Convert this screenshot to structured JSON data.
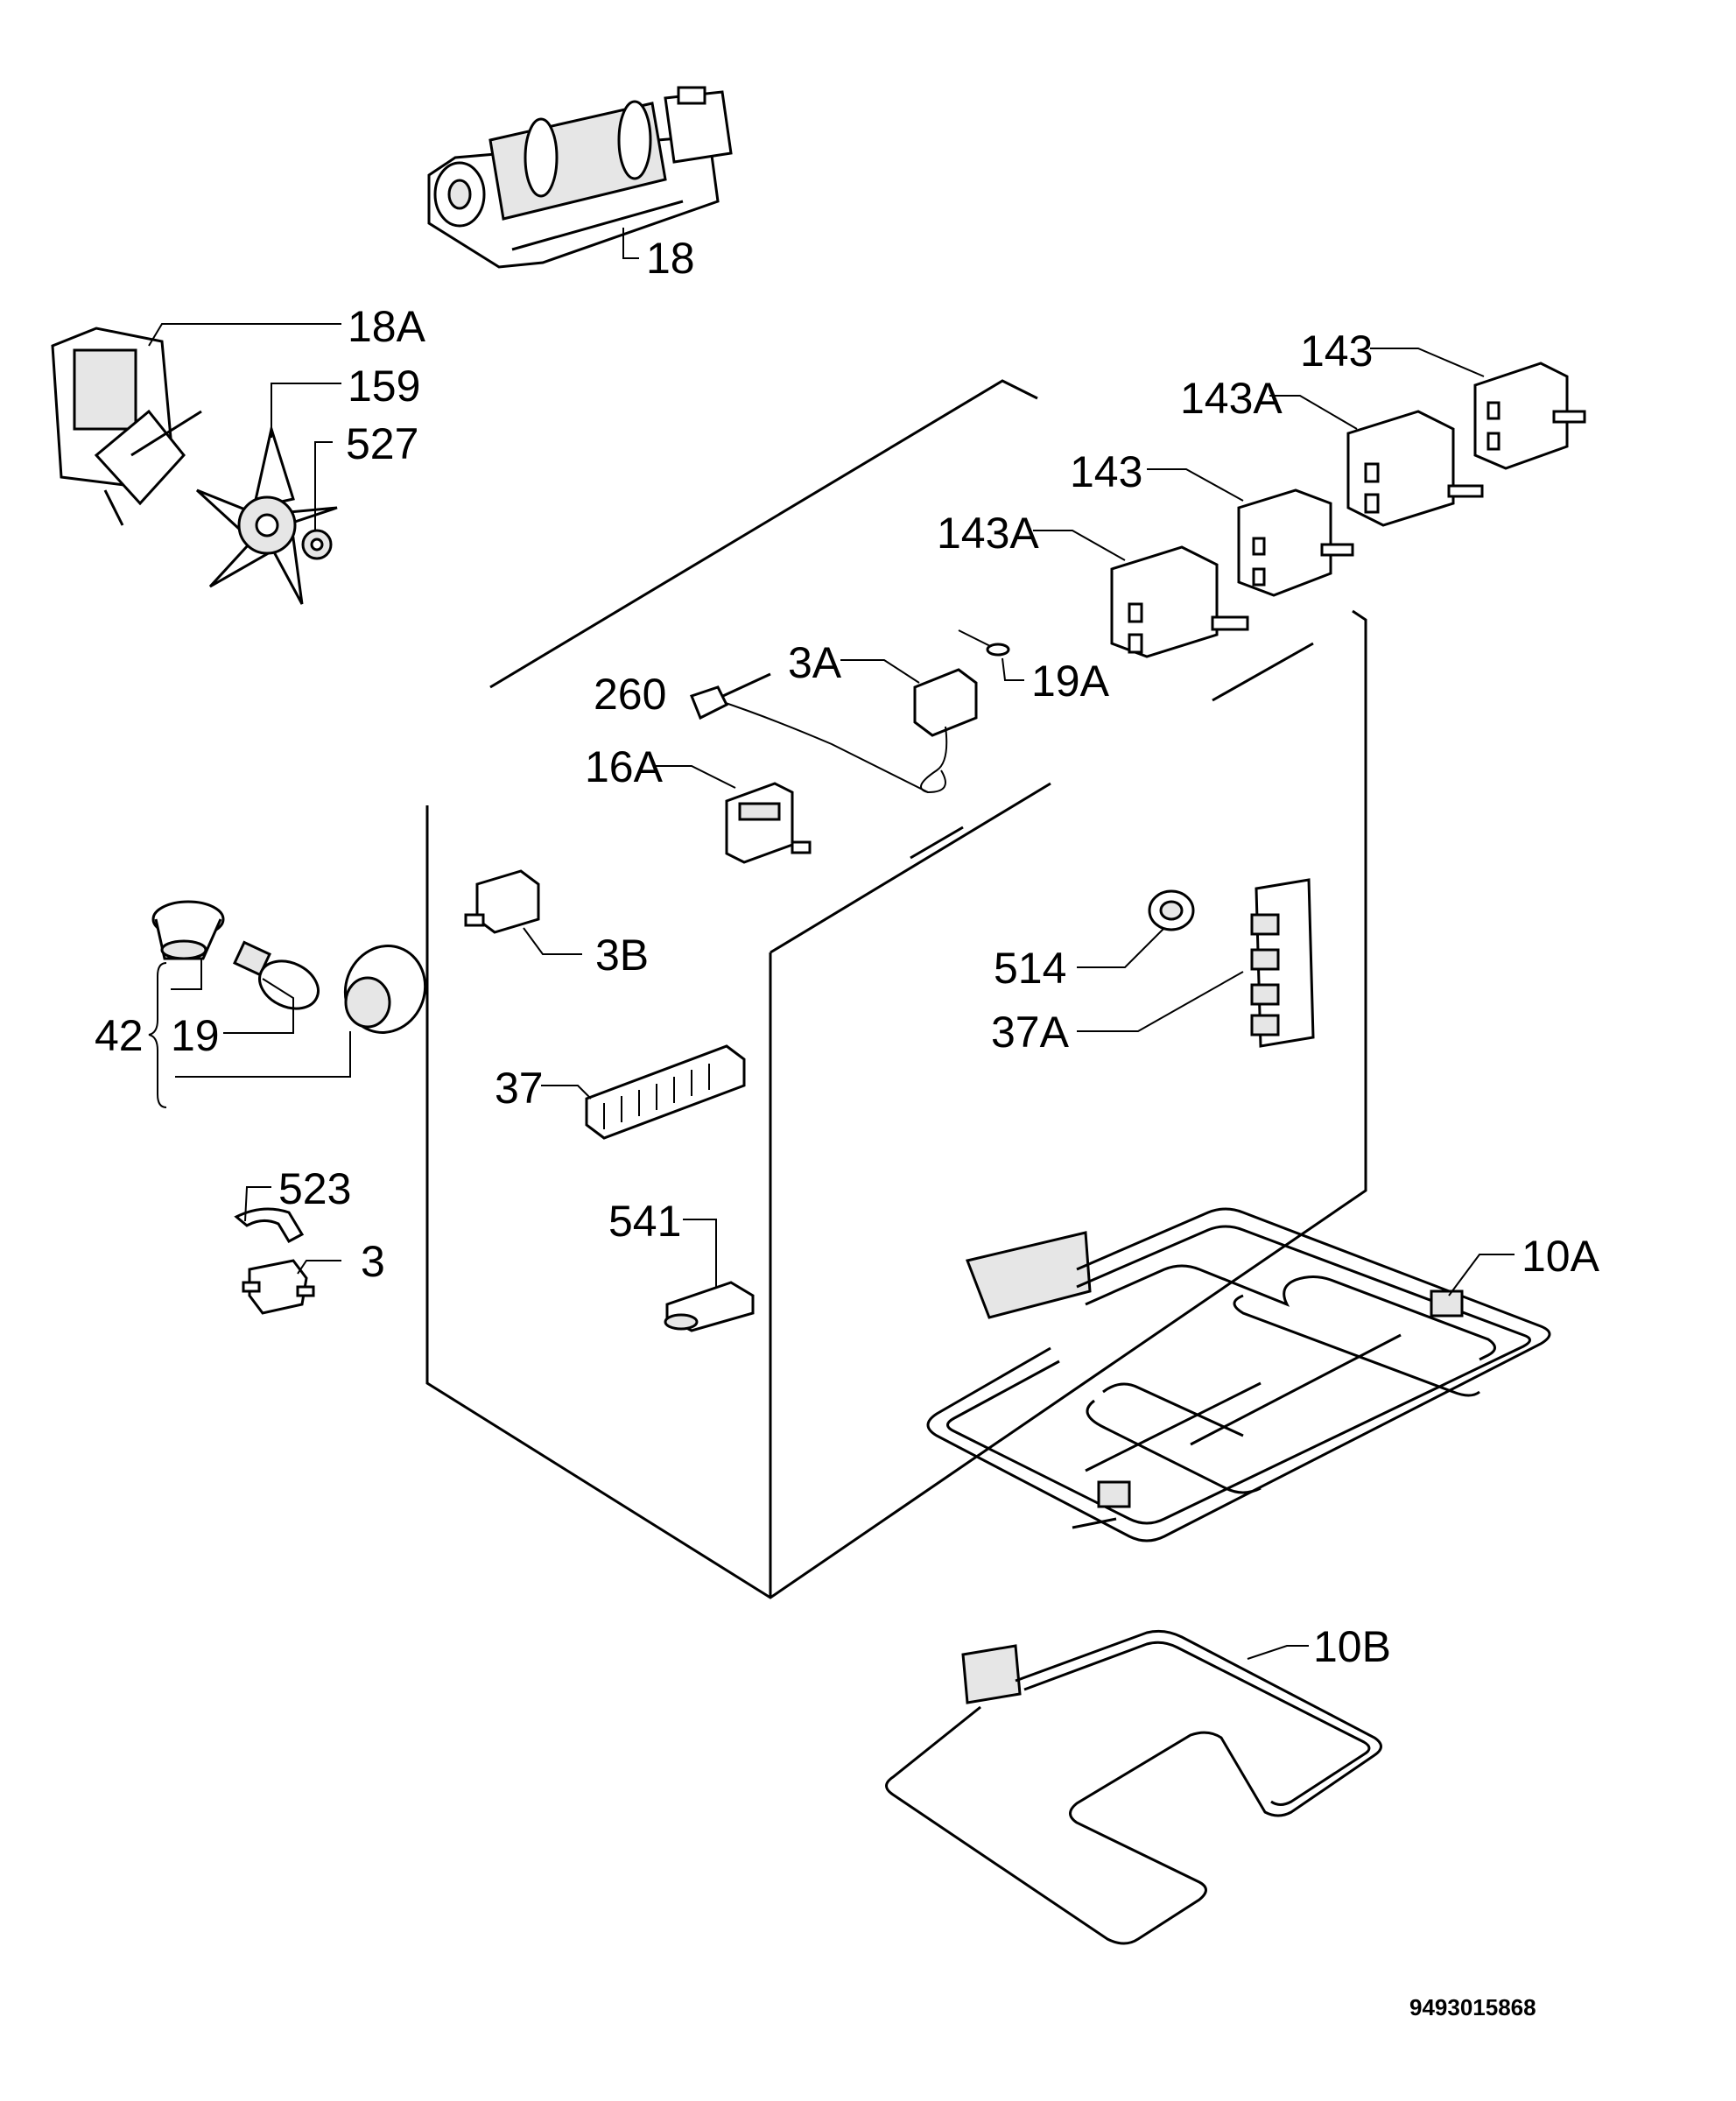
{
  "labels": {
    "l18": "18",
    "l18a": "18A",
    "l159": "159",
    "l527": "527",
    "l143_top": "143",
    "l143a_top": "143A",
    "l143_mid": "143",
    "l143a_mid": "143A",
    "l3a": "3A",
    "l19a": "19A",
    "l260": "260",
    "l16a": "16A",
    "l3b": "3B",
    "l42": "42",
    "l19": "19",
    "l514": "514",
    "l37a": "37A",
    "l37": "37",
    "l523": "523",
    "l3": "3",
    "l541": "541",
    "l10a": "10A",
    "l10b": "10B"
  },
  "drawing_code": "9493015868"
}
